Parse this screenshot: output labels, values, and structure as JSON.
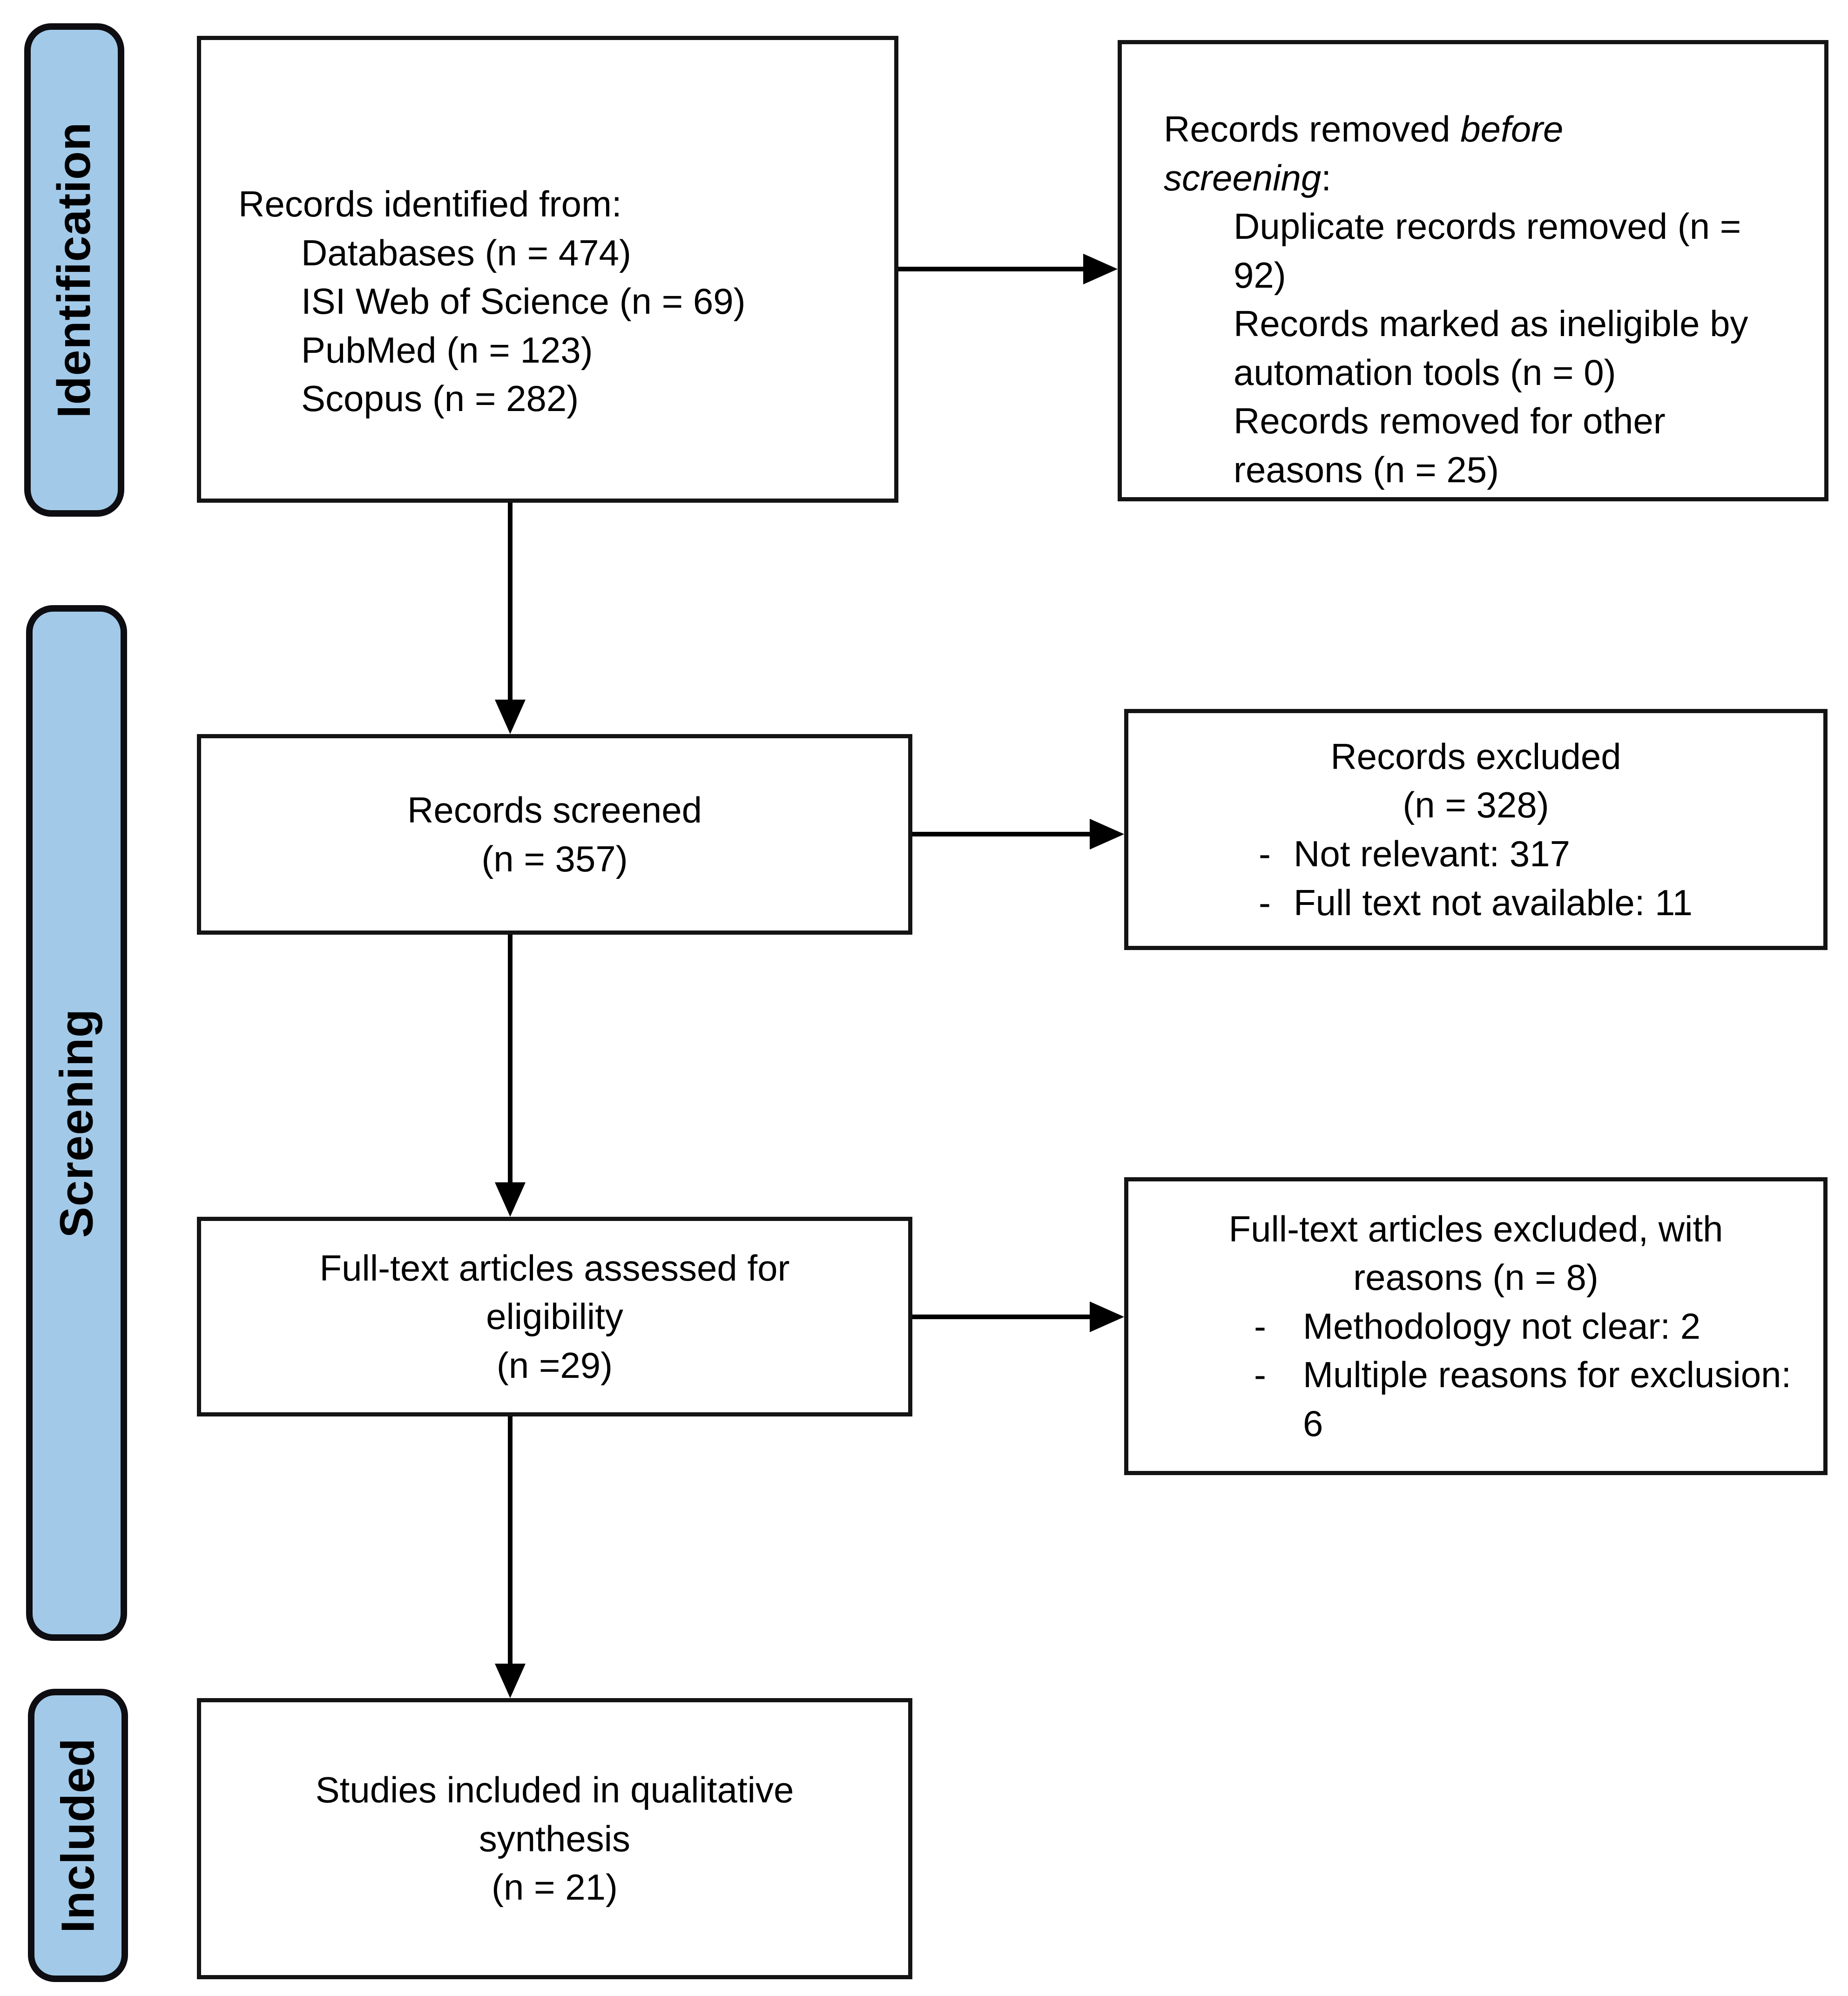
{
  "colors": {
    "sidebar_fill": "#A2C9E8",
    "line": "#000000",
    "box_border": "#141414",
    "background": "#FFFFFF"
  },
  "sidebar": {
    "identification": "Identification",
    "screening": "Screening",
    "included": "Included"
  },
  "boxes": {
    "identified": {
      "title": "Records identified from:",
      "items": [
        "Databases (n = 474)",
        "ISI Web of Science (n = 69)",
        "PubMed (n = 123)",
        "Scopus (n = 282)"
      ]
    },
    "removed_before_screening": {
      "line1_normal": "Records removed ",
      "line1_italic": "before",
      "line2_italic": "screening",
      "line2_normal": ":",
      "items": [
        "Duplicate records removed (n = 92)",
        "Records marked as ineligible by automation tools (n = 0)",
        "Records removed for other reasons (n = 25)"
      ]
    },
    "screened": {
      "lines": [
        "Records screened",
        "(n = 357)"
      ]
    },
    "records_excluded": {
      "lines": [
        "Records excluded",
        "(n = 328)"
      ],
      "bullet": "-",
      "items": [
        "Not relevant: 317",
        "Full text not available: 11"
      ]
    },
    "fulltext_assessed": {
      "lines": [
        "Full-text articles assessed for",
        "eligibility",
        "(n =29)"
      ]
    },
    "fulltext_excluded": {
      "lines": [
        "Full-text articles excluded, with",
        "reasons (n = 8)"
      ],
      "bullet": "-",
      "items": [
        "Methodology not clear: 2",
        "Multiple reasons for exclusion: 6"
      ]
    },
    "included_synthesis": {
      "lines": [
        "Studies included in qualitative",
        "synthesis",
        "(n = 21)"
      ]
    }
  }
}
